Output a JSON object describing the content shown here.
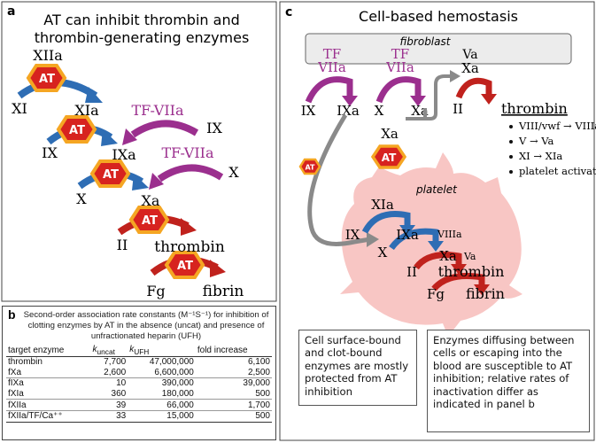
{
  "panel_a": {
    "letter": "a",
    "title_line1": "AT can inhibit thrombin and",
    "title_line2": "thrombin-generating enzymes",
    "at_label": "AT",
    "labels": {
      "xiia": "XIIa",
      "xi": "XI",
      "xia_1": "XIa",
      "tf_viia_1": "TF-VIIa",
      "ix_1": "IX",
      "ix_2": "IX",
      "ixa": "IXa",
      "tf_viia_2": "TF-VIIa",
      "x_1": "X",
      "x_2": "X",
      "xa": "Xa",
      "ii": "II",
      "thrombin": "thrombin",
      "fg": "Fg",
      "fibrin": "fibrin"
    }
  },
  "panel_b": {
    "letter": "b",
    "caption": "Second-order association rate constants (M⁻¹S⁻¹) for inhibition of clotting enzymes by AT in the absence (uncat) and presence of unfractionated heparin (UFH)",
    "headers": {
      "enzyme": "target enzyme",
      "uncat": "k",
      "uncat_sub": "uncat",
      "ufh": "k",
      "ufh_sub": "UFH",
      "fold": "fold increase"
    },
    "rows": [
      {
        "enzyme": "thrombin",
        "uncat": "7,700",
        "ufh": "47,000,000",
        "fold": "6,100"
      },
      {
        "enzyme": "fXa",
        "uncat": "2,600",
        "ufh": "6,600,000",
        "fold": "2,500"
      },
      {
        "enzyme": "fIXa",
        "uncat": "10",
        "ufh": "390,000",
        "fold": "39,000"
      },
      {
        "enzyme": "fXIa",
        "uncat": "360",
        "ufh": "180,000",
        "fold": "500"
      },
      {
        "enzyme": "fXIIa",
        "uncat": "39",
        "ufh": "66,000",
        "fold": "1,700"
      },
      {
        "enzyme": "fXIIa/TF/Ca⁺⁺",
        "uncat": "33",
        "ufh": "15,000",
        "fold": "500"
      }
    ]
  },
  "panel_c": {
    "letter": "c",
    "title": "Cell-based hemostasis",
    "fibroblast": "fibroblast",
    "platelet": "platelet",
    "at_label": "AT",
    "labels": {
      "tf_1": "TF",
      "viia_1": "VIIa",
      "tf_2": "TF",
      "viia_2": "VIIa",
      "va_top": "Va",
      "xa_top": "Xa",
      "ix_top": "IX",
      "ixa_top": "IXa",
      "x_top": "X",
      "xa_mid": "Xa",
      "ii_top": "II",
      "thrombin_top": "thrombin",
      "xa_free": "Xa",
      "xia_p": "XIa",
      "ix_p": "IX",
      "ixa_p": "IXa",
      "viiia_p": "VIIIa",
      "x_p": "X",
      "xa_p": "Xa",
      "va_p": "Va",
      "ii_p": "II",
      "thrombin_p": "thrombin",
      "fg_p": "Fg",
      "fibrin_p": "fibrin"
    },
    "bullets": [
      "VIII/vwf → VIIIa",
      "V → Va",
      "XI → XIa",
      "platelet activation"
    ],
    "note_left": "Cell surface-bound and clot-bound enzymes are mostly protected from AT inhibition",
    "note_right": "Enzymes diffusing between cells or escaping into the blood are susceptible to AT inhibition; relative rates of inactivation differ as indicated in panel b"
  },
  "colors": {
    "blue": "#2e6db4",
    "purple": "#9b2f8e",
    "red": "#c0221d",
    "at_fill": "#d7231f",
    "at_ring": "#f5a623",
    "platelet": "#f8c6c4",
    "grey_arrow": "#8a8a8a"
  }
}
